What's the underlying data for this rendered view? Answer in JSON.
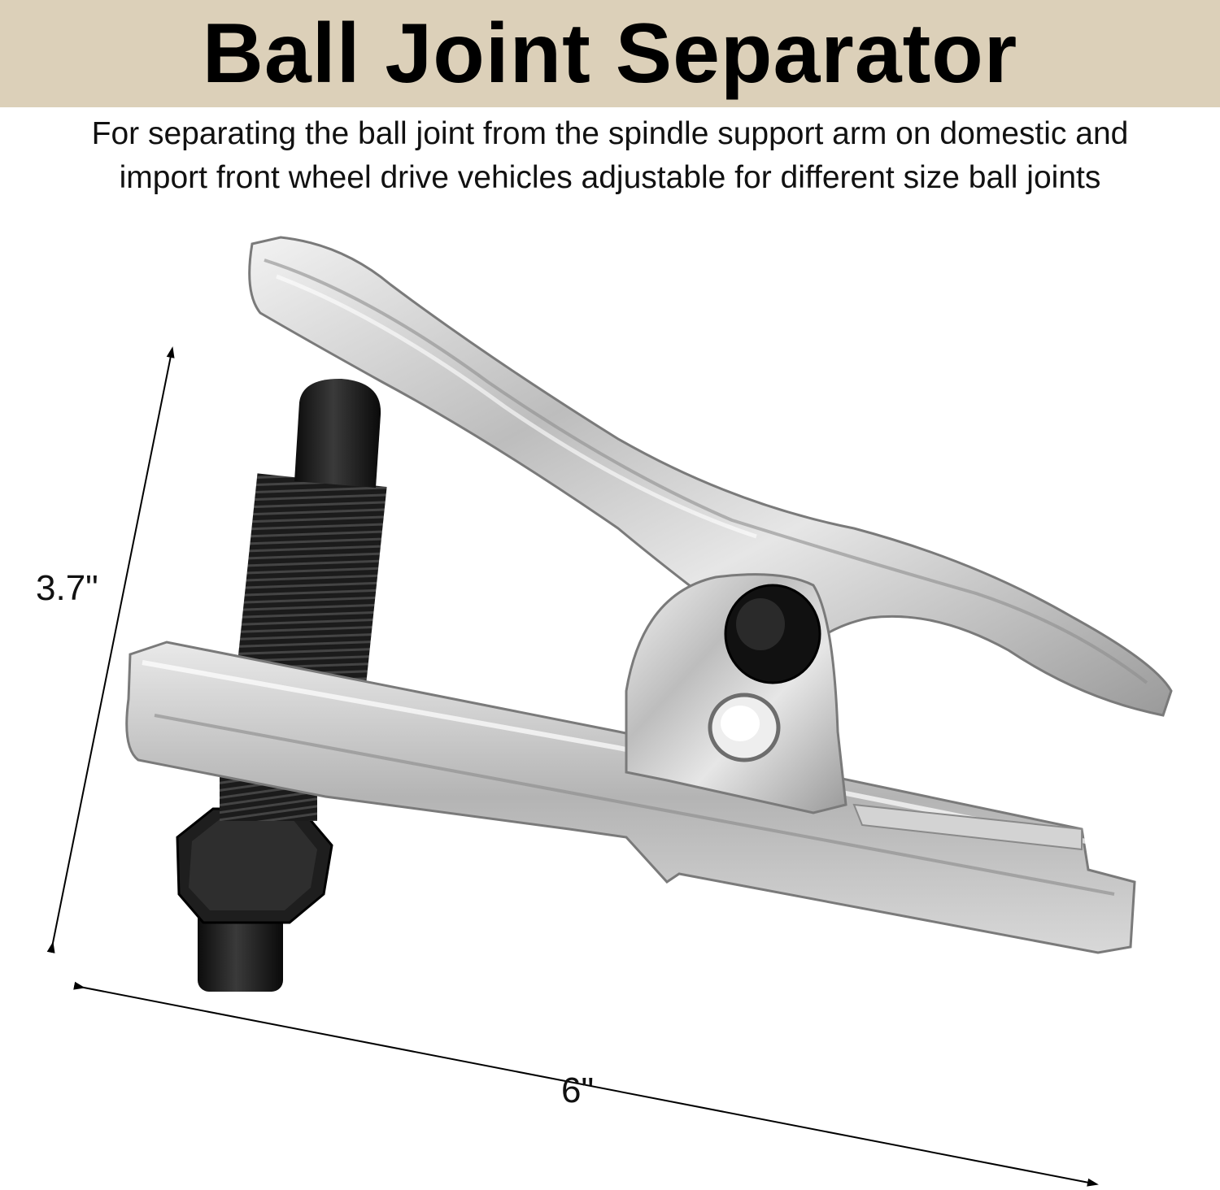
{
  "header": {
    "title": "Ball Joint Separator",
    "subtitle_line1": "For separating the ball joint from the spindle support arm on domestic and",
    "subtitle_line2": "import front wheel drive vehicles adjustable for different size ball joints"
  },
  "dimensions": {
    "height_label": "3.7\"",
    "width_label": "6\""
  },
  "colors": {
    "banner": "#dcd0b9",
    "metal": "#c9c9c9",
    "bolt": "#1a1a1a"
  }
}
